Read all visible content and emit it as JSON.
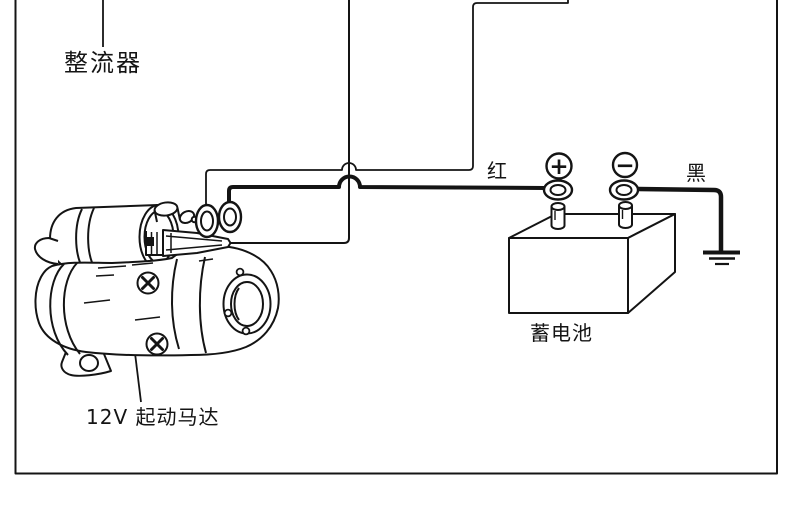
{
  "figure": {
    "type": "wiring-diagram",
    "description_visible": "charging/starting circuit line art inside a partial frame",
    "background": "#ffffff",
    "line_color": "#141414",
    "labels": {
      "rectifier": "整流器",
      "starter_motor": "12V 起动马达",
      "battery": "蓄电池",
      "wire_red": "红",
      "wire_black": "黑"
    },
    "symbols": {
      "positive_terminal": "+",
      "negative_terminal": "−",
      "ground": "earth-ground"
    },
    "components": {
      "starter_motor": "cylinder motor with solenoid, two ring terminals and spade connector",
      "battery": "3D box with two posts, positive and negative ring terminals",
      "ground": "three-bar earth symbol at end of black wire"
    }
  }
}
